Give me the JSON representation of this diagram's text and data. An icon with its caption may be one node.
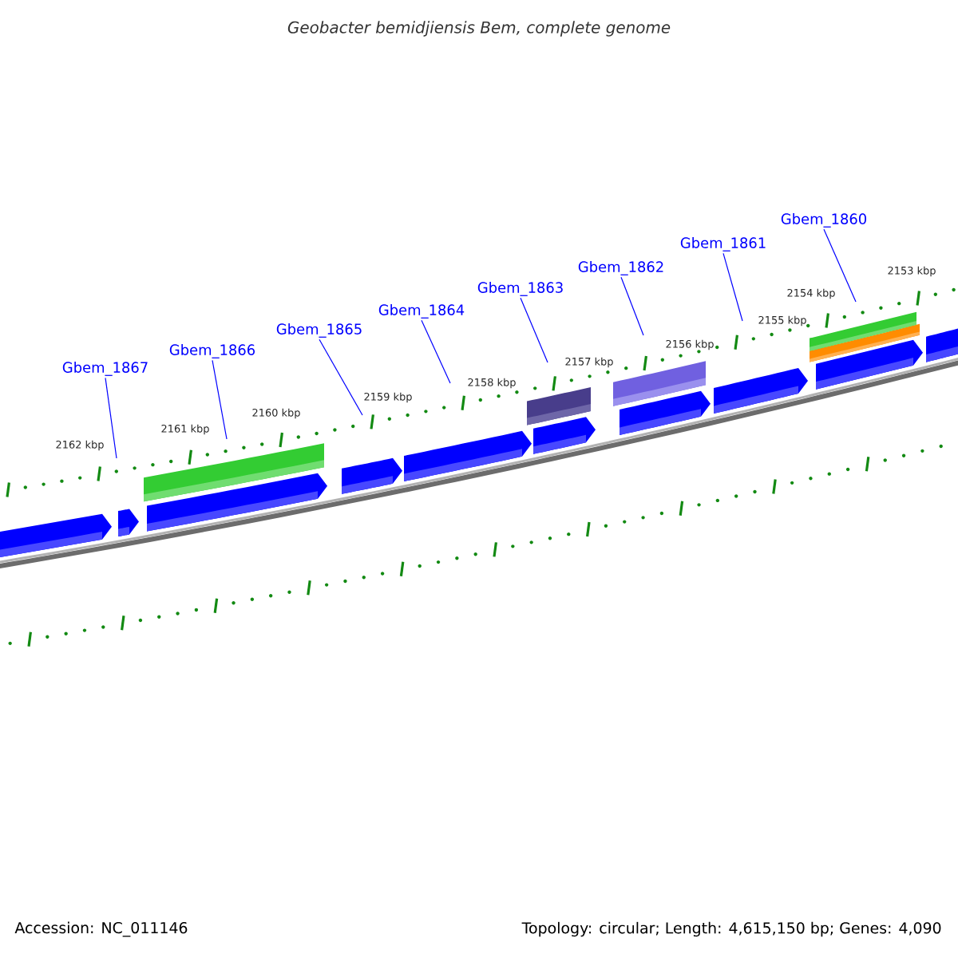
{
  "diagram": {
    "title": "Geobacter bemidjiensis Bem, complete genome",
    "nodes": [
      {
        "text": [
          "Gbem_1867"
        ]
      },
      {
        "text": [
          "Gbem_1866"
        ]
      },
      {
        "text": [
          "Gbem_1865"
        ]
      },
      {
        "text": [
          "Gbem_1864"
        ]
      },
      {
        "text": [
          "Gbem_1863"
        ]
      },
      {
        "text": [
          "Gbem_1862"
        ]
      },
      {
        "text": [
          "Gbem_1861"
        ]
      },
      {
        "text": [
          "Gbem_1860"
        ]
      }
    ],
    "edges": [
      {
        "from": 0,
        "to": null,
        "arrow": "none"
      },
      {
        "from": 1,
        "to": null,
        "arrow": "none"
      },
      {
        "from": 2,
        "to": null,
        "arrow": "none"
      },
      {
        "from": 3,
        "to": null,
        "arrow": "none"
      },
      {
        "from": 4,
        "to": null,
        "arrow": "none"
      },
      {
        "from": 5,
        "to": null,
        "arrow": "none"
      },
      {
        "from": 6,
        "to": null,
        "arrow": "none"
      },
      {
        "from": 7,
        "to": null,
        "arrow": "none"
      }
    ],
    "labels": [
      "2162 kbp",
      "2161 kbp",
      "2160 kbp",
      "2159 kbp",
      "2158 kbp",
      "2157 kbp",
      "2156 kbp",
      "2155 kbp",
      "2154 kbp",
      "2153 kbp",
      "Accession: NC_011146",
      "Topology: circular; Length: 4,615,150 bp; Genes: 4,090"
    ]
  }
}
